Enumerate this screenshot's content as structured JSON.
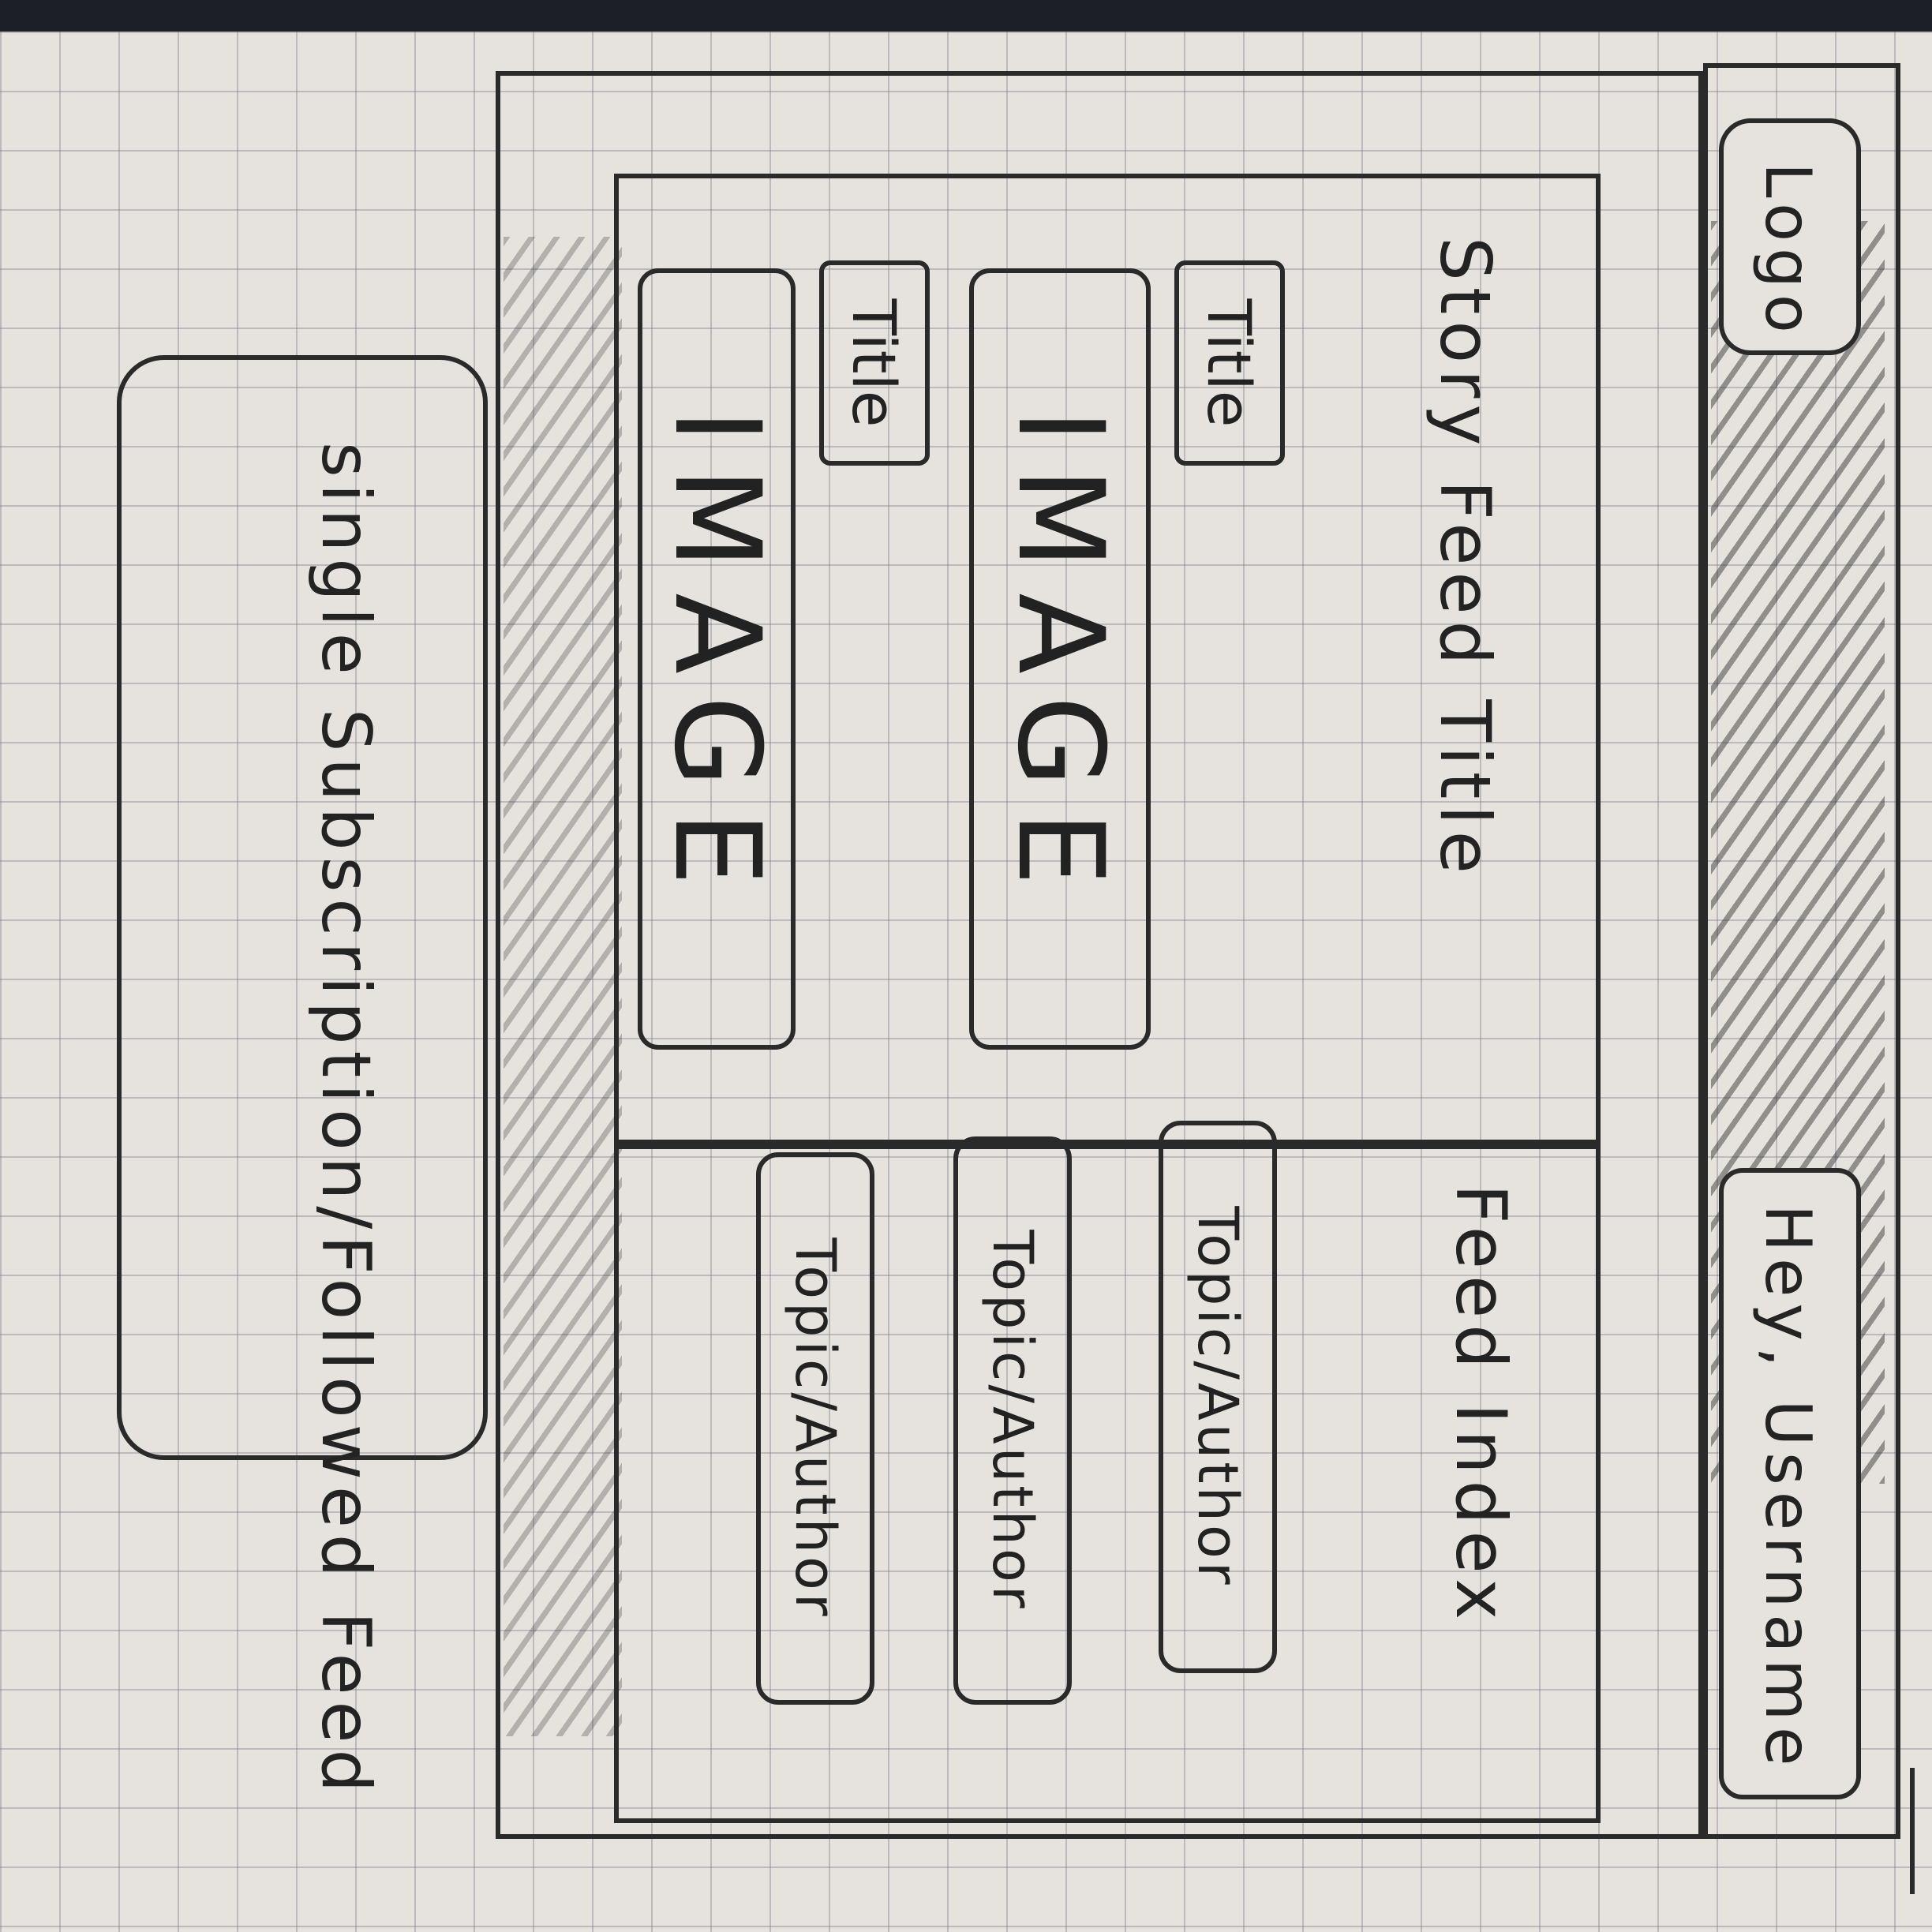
{
  "header": {
    "logo_label": "Logo",
    "greeting": "Hey, Username"
  },
  "sidebar_index": {
    "title": "Feed Index",
    "items": [
      {
        "label": "Topic/Author"
      },
      {
        "label": "Topic/Author"
      },
      {
        "label": "Topic/Author"
      }
    ]
  },
  "story_feed": {
    "title": "Story Feed Title",
    "stories": [
      {
        "title": "Title",
        "image": "IMAGE"
      },
      {
        "title": "Title",
        "image": "IMAGE"
      }
    ]
  },
  "annotation": {
    "text": "single Subscription/Followed Feed"
  }
}
